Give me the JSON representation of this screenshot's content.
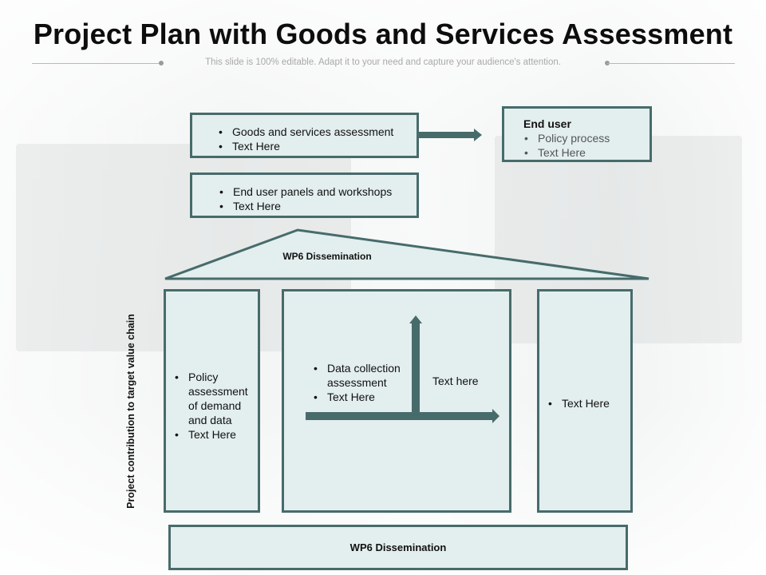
{
  "title": "Project Plan with Goods and Services Assessment",
  "subtitle": "This slide is 100% editable. Adapt it to your need and capture your audience's attention.",
  "colors": {
    "box_fill": "#e3eeee",
    "box_border": "#476b6b",
    "arrow": "#476b6b"
  },
  "diagram": {
    "top_box_1": {
      "items": [
        "Goods and services assessment",
        "Text Here"
      ]
    },
    "top_box_2": {
      "items": [
        "End user panels and workshops",
        "Text Here"
      ]
    },
    "end_user": {
      "heading": "End user",
      "items": [
        "Policy process",
        "Text Here"
      ]
    },
    "roof": {
      "label": "WP6 Dissemination"
    },
    "vertical_label": "Project contribution to target value chain",
    "pillar_left": {
      "items": [
        "Policy assessment of demand and data",
        "Text Here"
      ]
    },
    "pillar_center": {
      "items": [
        "Data collection assessment",
        "Text Here"
      ],
      "side_text": "Text here"
    },
    "pillar_right": {
      "items": [
        "Text Here"
      ]
    },
    "base": {
      "label": "WP6 Dissemination"
    }
  }
}
